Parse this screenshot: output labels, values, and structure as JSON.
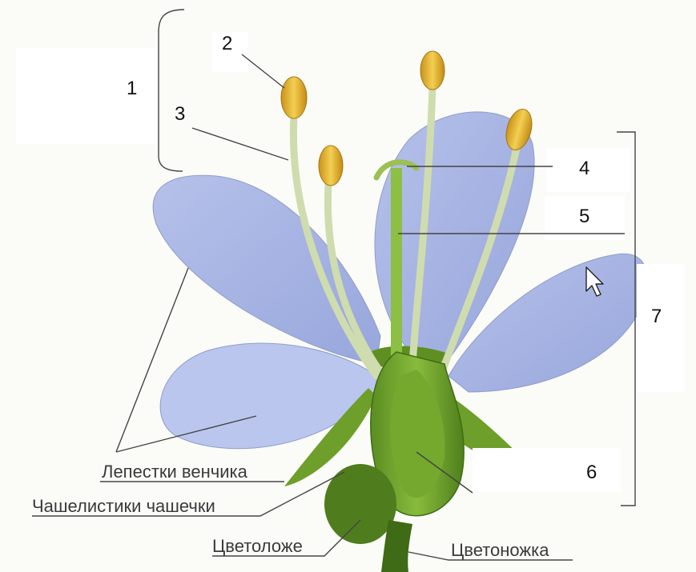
{
  "numbered_labels": {
    "n1": "1",
    "n2": "2",
    "n3": "3",
    "n4": "4",
    "n5": "5",
    "n6": "6",
    "n7": "7"
  },
  "text_labels": {
    "petals": "Лепестки венчика",
    "sepals": "Чашелистики чашечки",
    "receptacle": "Цветоложе",
    "pedicel": "Цветоножка"
  },
  "colors": {
    "petal": "#a9b6e3",
    "petal_light": "#cdd6f2",
    "green": "#6e9e2c",
    "green_dark": "#4c7d1c",
    "anther": "#e6b830",
    "filament": "#dfe8c8"
  }
}
